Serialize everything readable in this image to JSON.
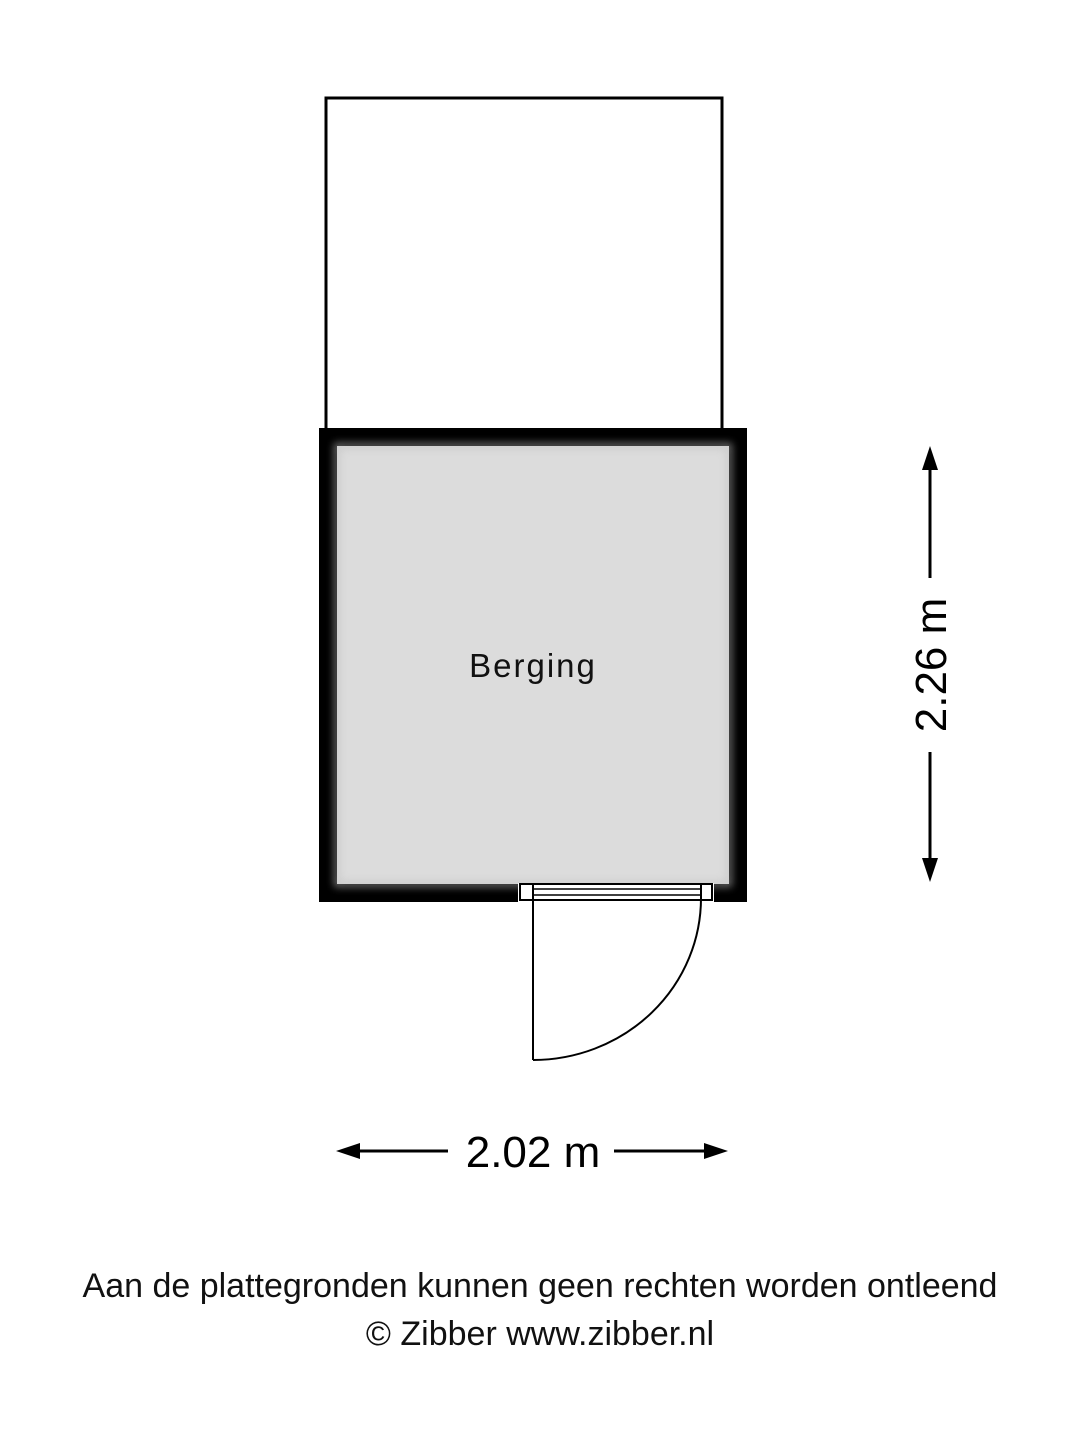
{
  "room": {
    "name": "Berging"
  },
  "dimensions": {
    "width_label": "2.02 m",
    "height_label": "2.26 m"
  },
  "footer": {
    "disclaimer": "Aan de plattegronden kunnen geen rechten worden ontleend",
    "copyright": "© Zibber www.zibber.nl"
  },
  "colors": {
    "wall": "#000000",
    "floor": "#dcdcdc",
    "background": "#ffffff"
  }
}
